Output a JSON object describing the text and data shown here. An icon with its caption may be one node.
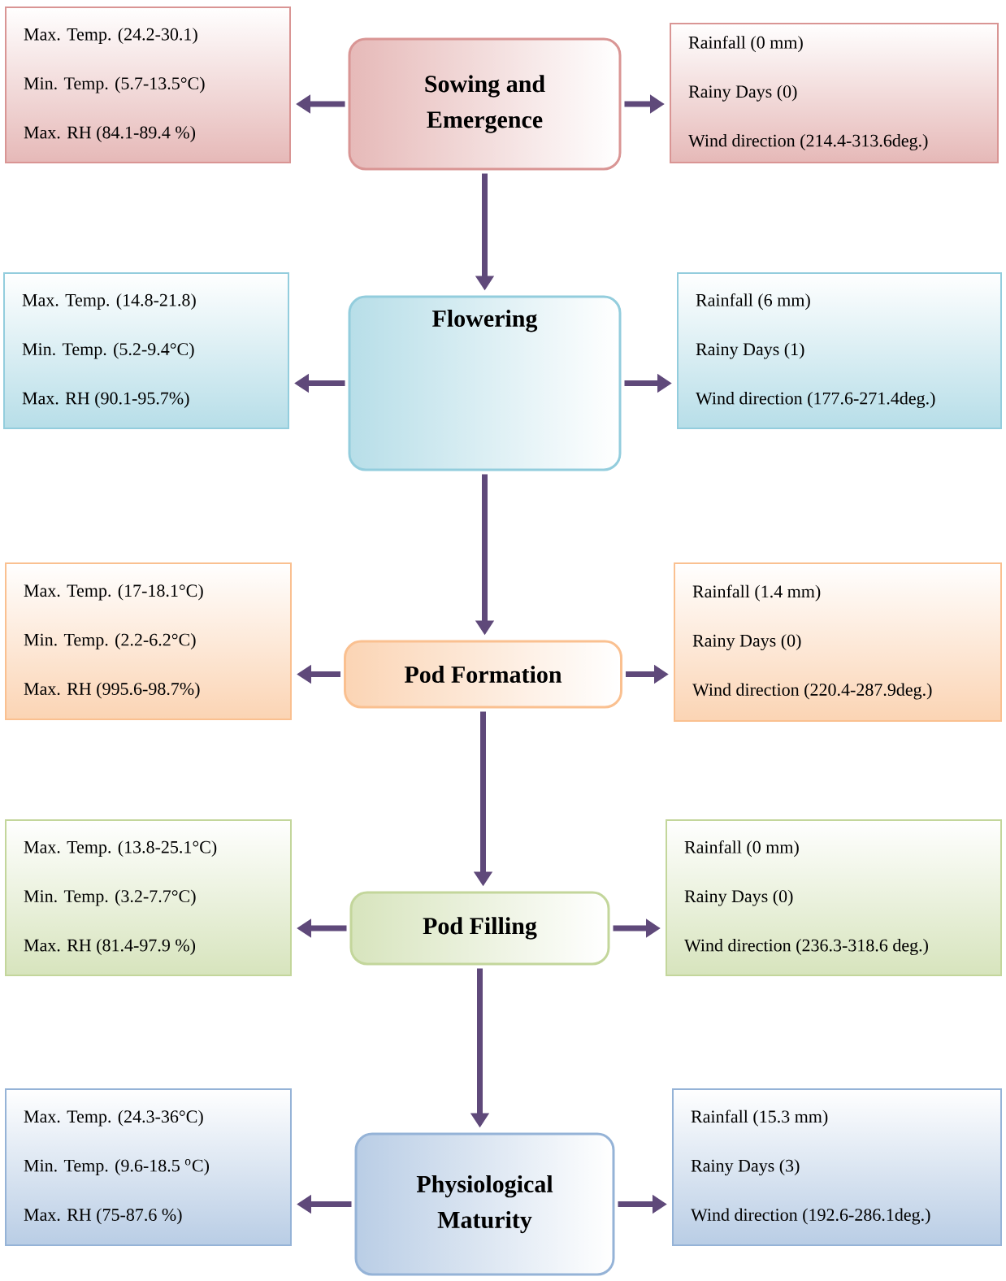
{
  "diagram": {
    "nodes": [
      {
        "text": [
          "Max. Temp. (24.2-30.1)",
          "Min. Temp. (5.7-13.5°C)",
          "Max. RH (84.1-89.4 %)"
        ]
      },
      {
        "text": [
          "Sowing and Emergence"
        ]
      },
      {
        "text": [
          "Rainfall (0 mm)",
          "Rainy Days (0)",
          "Wind direction (214.4-313.6deg.)"
        ]
      },
      {
        "text": [
          "Max. Temp. (14.8-21.8)",
          "Min. Temp. (5.2-9.4°C)",
          "Max. RH (90.1-95.7%)"
        ]
      },
      {
        "text": [
          "Flowering"
        ]
      },
      {
        "text": [
          "Rainfall (6 mm)",
          "Rainy Days (1)",
          "Wind direction (177.6-271.4deg.)"
        ]
      },
      {
        "text": [
          "Max. Temp. (17-18.1°C)",
          "Min. Temp. (2.2-6.2°C)",
          "Max. RH (995.6-98.7%)"
        ]
      },
      {
        "text": [
          "Pod Formation"
        ]
      },
      {
        "text": [
          "Rainfall (1.4 mm)",
          "Rainy Days (0)",
          "Wind direction (220.4-287.9deg.)"
        ]
      },
      {
        "text": [
          "Max. Temp. (13.8-25.1°C)",
          "Min. Temp. (3.2-7.7°C)",
          "Max. RH (81.4-97.9 %)"
        ]
      },
      {
        "text": [
          "Pod Filling"
        ]
      },
      {
        "text": [
          "Rainfall (0 mm)",
          "Rainy Days (0)",
          "Wind direction (236.3-318.6 deg.)"
        ]
      },
      {
        "text": [
          "Max. Temp. (24.3-36°C)",
          "Min. Temp. (9.6-18.5 $^{o}$C)",
          "Max. RH (75-87.6 %)"
        ]
      },
      {
        "text": [
          "Physiological Maturity"
        ]
      },
      {
        "text": [
          "Rainfall (15.3 mm)",
          "Rainy Days (3)",
          "Wind direction (192.6-286.1deg.)"
        ]
      }
    ],
    "edges": [
      {
        "from": 1,
        "to": 0,
        "arrow": "to"
      },
      {
        "from": 1,
        "to": 2,
        "arrow": "to"
      },
      {
        "from": 1,
        "to": 4,
        "arrow": "to"
      },
      {
        "from": 4,
        "to": 3,
        "arrow": "to"
      },
      {
        "from": 4,
        "to": 5,
        "arrow": "to"
      },
      {
        "from": 4,
        "to": 7,
        "arrow": "to"
      },
      {
        "from": 7,
        "to": 6,
        "arrow": "to"
      },
      {
        "from": 7,
        "to": 8,
        "arrow": "to"
      },
      {
        "from": 7,
        "to": 10,
        "arrow": "to"
      },
      {
        "from": 10,
        "to": 9,
        "arrow": "to"
      },
      {
        "from": 10,
        "to": 11,
        "arrow": "to"
      },
      {
        "from": 10,
        "to": 13,
        "arrow": "to"
      },
      {
        "from": 13,
        "to": 12,
        "arrow": "to"
      },
      {
        "from": 13,
        "to": 14,
        "arrow": "to"
      }
    ]
  }
}
